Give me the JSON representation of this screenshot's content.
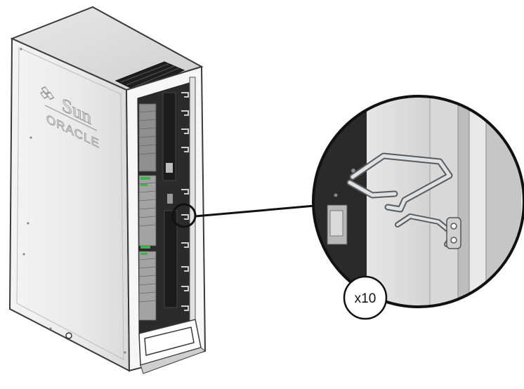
{
  "brand": {
    "sun_logo_text": "Sun",
    "oracle_logo_text": "ORACLE"
  },
  "callout": {
    "quantity_label": "x10"
  },
  "colors": {
    "rack_panel": "#ededed",
    "rack_outline": "#3a3a3a",
    "rack_interior": "#2b2b2b",
    "accent_green": "#3fb24a",
    "hook_metal": "#cfd4d8",
    "background": "#ffffff"
  },
  "icons": [
    "sun-logo-icon",
    "oracle-logo-icon",
    "cable-hook-icon"
  ]
}
